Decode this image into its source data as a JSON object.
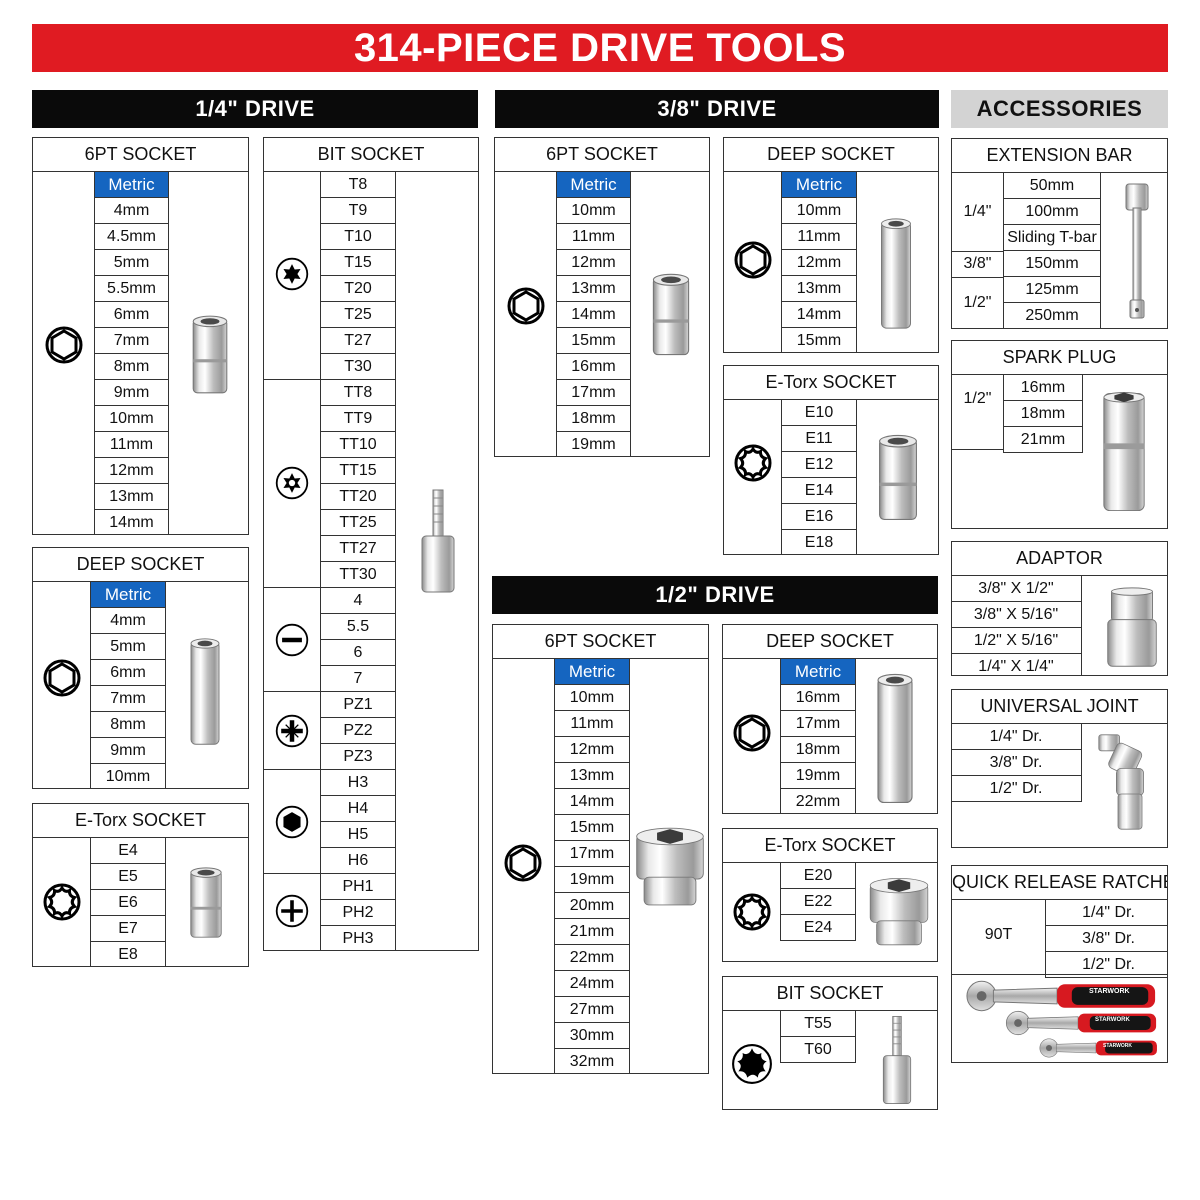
{
  "title": "314-PIECE DRIVE TOOLS",
  "drives": {
    "quarter": "1/4\" DRIVE",
    "threeeighths": "3/8\" DRIVE",
    "half": "1/2\" DRIVE",
    "accessories": "ACCESSORIES"
  },
  "q_6pt": {
    "title": "6PT SOCKET",
    "header": "Metric",
    "sizes": [
      "4mm",
      "4.5mm",
      "5mm",
      "5.5mm",
      "6mm",
      "7mm",
      "8mm",
      "9mm",
      "10mm",
      "11mm",
      "12mm",
      "13mm",
      "14mm"
    ]
  },
  "q_deep": {
    "title": "DEEP SOCKET",
    "header": "Metric",
    "sizes": [
      "4mm",
      "5mm",
      "6mm",
      "7mm",
      "8mm",
      "9mm",
      "10mm"
    ]
  },
  "q_etorx": {
    "title": "E-Torx SOCKET",
    "sizes": [
      "E4",
      "E5",
      "E6",
      "E7",
      "E8"
    ]
  },
  "q_bit": {
    "title": "BIT SOCKET",
    "groups": [
      {
        "icon": "torx-icon",
        "items": [
          "T8",
          "T9",
          "T10",
          "T15",
          "T20",
          "T25",
          "T27",
          "T30"
        ]
      },
      {
        "icon": "tamper-torx-icon",
        "items": [
          "TT8",
          "TT9",
          "TT10",
          "TT15",
          "TT20",
          "TT25",
          "TT27",
          "TT30"
        ]
      },
      {
        "icon": "slotted-icon",
        "items": [
          "4",
          "5.5",
          "6",
          "7"
        ]
      },
      {
        "icon": "pozidriv-icon",
        "items": [
          "PZ1",
          "PZ2",
          "PZ3"
        ]
      },
      {
        "icon": "hex-icon",
        "items": [
          "H3",
          "H4",
          "H5",
          "H6"
        ]
      },
      {
        "icon": "phillips-icon",
        "items": [
          "PH1",
          "PH2",
          "PH3"
        ]
      }
    ]
  },
  "t_6pt": {
    "title": "6PT SOCKET",
    "header": "Metric",
    "sizes": [
      "10mm",
      "11mm",
      "12mm",
      "13mm",
      "14mm",
      "15mm",
      "16mm",
      "17mm",
      "18mm",
      "19mm"
    ]
  },
  "t_deep": {
    "title": "DEEP SOCKET",
    "header": "Metric",
    "sizes": [
      "10mm",
      "11mm",
      "12mm",
      "13mm",
      "14mm",
      "15mm"
    ]
  },
  "t_etorx": {
    "title": "E-Torx SOCKET",
    "sizes": [
      "E10",
      "E11",
      "E12",
      "E14",
      "E16",
      "E18"
    ]
  },
  "h_6pt": {
    "title": "6PT SOCKET",
    "header": "Metric",
    "sizes": [
      "10mm",
      "11mm",
      "12mm",
      "13mm",
      "14mm",
      "15mm",
      "17mm",
      "19mm",
      "20mm",
      "21mm",
      "22mm",
      "24mm",
      "27mm",
      "30mm",
      "32mm"
    ]
  },
  "h_deep": {
    "title": "DEEP SOCKET",
    "header": "Metric",
    "sizes": [
      "16mm",
      "17mm",
      "18mm",
      "19mm",
      "22mm"
    ]
  },
  "h_etorx": {
    "title": "E-Torx SOCKET",
    "sizes": [
      "E20",
      "E22",
      "E24"
    ]
  },
  "h_bit": {
    "title": "BIT SOCKET",
    "sizes": [
      "T55",
      "T60"
    ]
  },
  "extension": {
    "title": "EXTENSION BAR",
    "groups": [
      {
        "drive": "1/4\"",
        "items": [
          "50mm",
          "100mm",
          "Sliding T-bar"
        ]
      },
      {
        "drive": "3/8\"",
        "items": [
          "150mm"
        ]
      },
      {
        "drive": "1/2\"",
        "items": [
          "125mm",
          "250mm"
        ]
      }
    ]
  },
  "spark": {
    "title": "SPARK PLUG",
    "drive": "1/2\"",
    "items": [
      "16mm",
      "18mm",
      "21mm"
    ]
  },
  "adaptor": {
    "title": "ADAPTOR",
    "items": [
      "3/8\" X 1/2\"",
      "3/8\" X 5/16\"",
      "1/2\" X 5/16\"",
      "1/4\" X 1/4\""
    ]
  },
  "ujoint": {
    "title": "UNIVERSAL JOINT",
    "items": [
      "1/4\" Dr.",
      "3/8\" Dr.",
      "1/2\" Dr."
    ]
  },
  "ratchet": {
    "title": "QUICK RELEASE RATCHET",
    "teeth": "90T",
    "items": [
      "1/4\" Dr.",
      "3/8\" Dr.",
      "1/2\" Dr."
    ],
    "brand": "STARWORK"
  },
  "colors": {
    "red": "#e01b22",
    "black": "#0a0a0a",
    "blue": "#1565c0",
    "gray": "#d3d3d3"
  }
}
